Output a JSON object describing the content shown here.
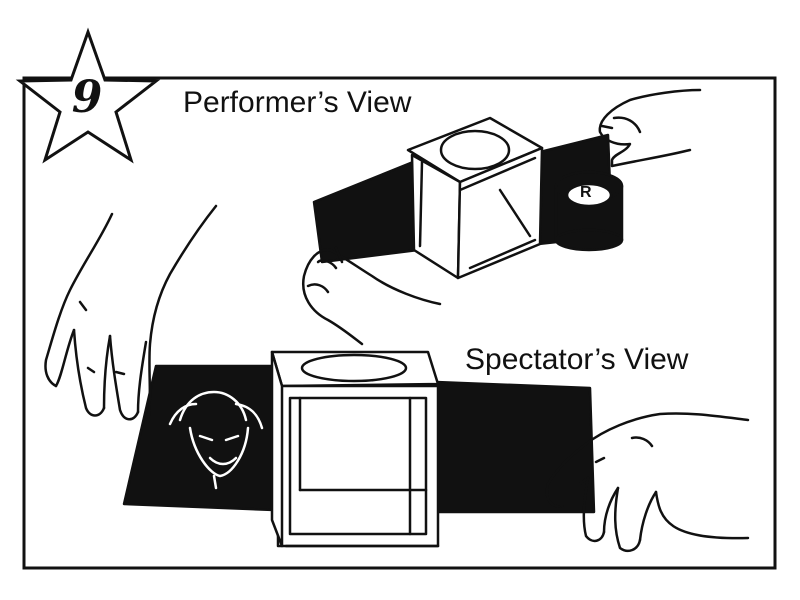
{
  "step": {
    "number": "9"
  },
  "views": {
    "performer_label": "Performer’s View",
    "spectator_label": "Spectator’s View"
  },
  "tape_roll": {
    "letter": "R"
  },
  "colors": {
    "ink": "#111111",
    "paper": "#ffffff"
  }
}
